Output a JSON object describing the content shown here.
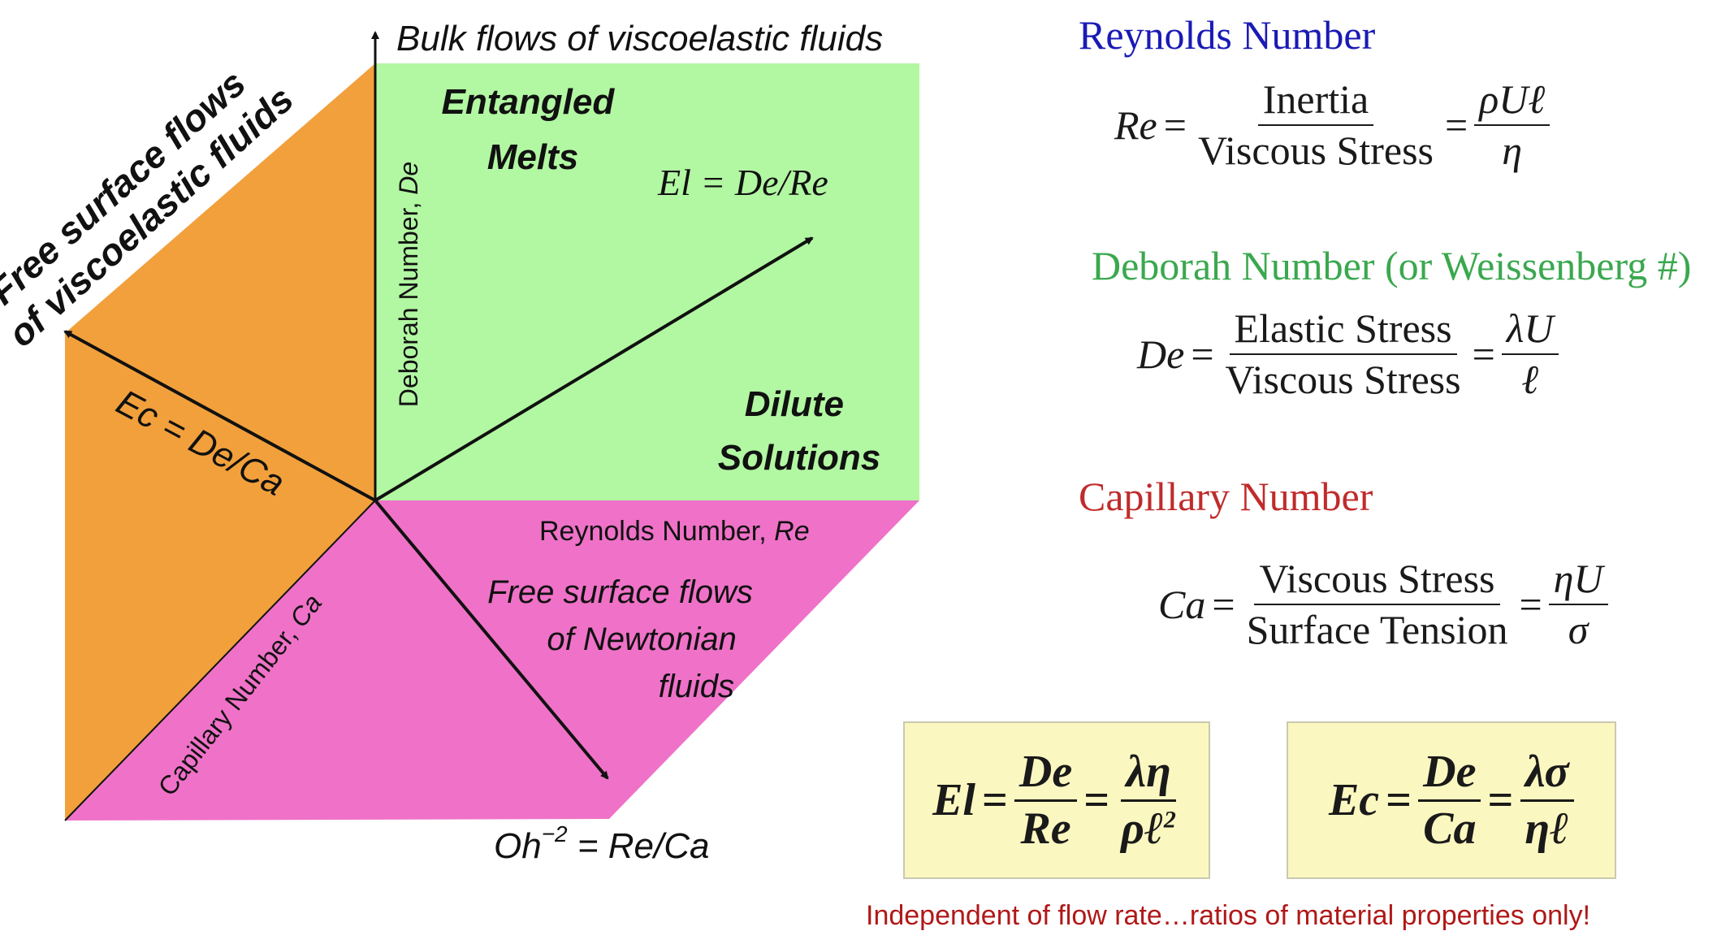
{
  "colors": {
    "orange_region": "#f2a03c",
    "green_region": "#b2f7a2",
    "pink_region": "#ef72c8",
    "axis": "#111111",
    "reynolds_heading": "#1a1ab5",
    "deborah_heading": "#3aa84e",
    "capillary_heading": "#c02b2b",
    "note": "#b01818",
    "box_fill": "#fbf7c0"
  },
  "diagram": {
    "free_surface_viscoelastic_line1": "Free surface flows",
    "free_surface_viscoelastic_line2": "of viscoelastic fluids",
    "bulk_flows_label": "Bulk flows of viscoelastic fluids",
    "deborah_axis_label": "Deborah Number, ",
    "deborah_axis_symbol": "De",
    "entangled_line1": "Entangled",
    "entangled_line2": "Melts",
    "el_ray_label": "El = De/Re",
    "dilute_line1": "Dilute",
    "dilute_line2": "Solutions",
    "ec_ray_label": "Ec = De/Ca",
    "reynolds_axis_label": "Reynolds Number, ",
    "reynolds_axis_symbol": "Re",
    "newtonian_line1": "Free surface  flows",
    "newtonian_line2": "of Newtonian",
    "newtonian_line3": "fluids",
    "capillary_axis_label": "Capillary Number, ",
    "capillary_axis_symbol": "Ca",
    "oh_base": "Oh",
    "oh_exponent": "−2",
    "oh_rest": " = Re/Ca"
  },
  "reynolds": {
    "heading": "Reynolds Number",
    "lhs": "Re",
    "equals": "=",
    "num": "Inertia",
    "den": "Viscous Stress",
    "num2": "ρUℓ",
    "den2": "η"
  },
  "deborah": {
    "heading": "Deborah Number  (or Weissenberg #)",
    "lhs": "De",
    "equals": "=",
    "num": "Elastic Stress",
    "den": "Viscous Stress",
    "num2": "λU",
    "den2": "ℓ"
  },
  "capillary": {
    "heading": "Capillary Number",
    "lhs": "Ca",
    "equals": "=",
    "num": "Viscous Stress",
    "den": "Surface Tension",
    "num2": "ηU",
    "den2": "σ"
  },
  "el_box": {
    "lhs": "El",
    "equals": "=",
    "num1": "De",
    "den1": "Re",
    "num2": "λη",
    "den2_base": "ρℓ",
    "den2_exp": "2"
  },
  "ec_box": {
    "lhs": "Ec",
    "equals": "=",
    "num1": "De",
    "den1": "Ca",
    "num2": "λσ",
    "den2": "ηℓ"
  },
  "note": "Independent of flow rate…ratios of material properties only!"
}
